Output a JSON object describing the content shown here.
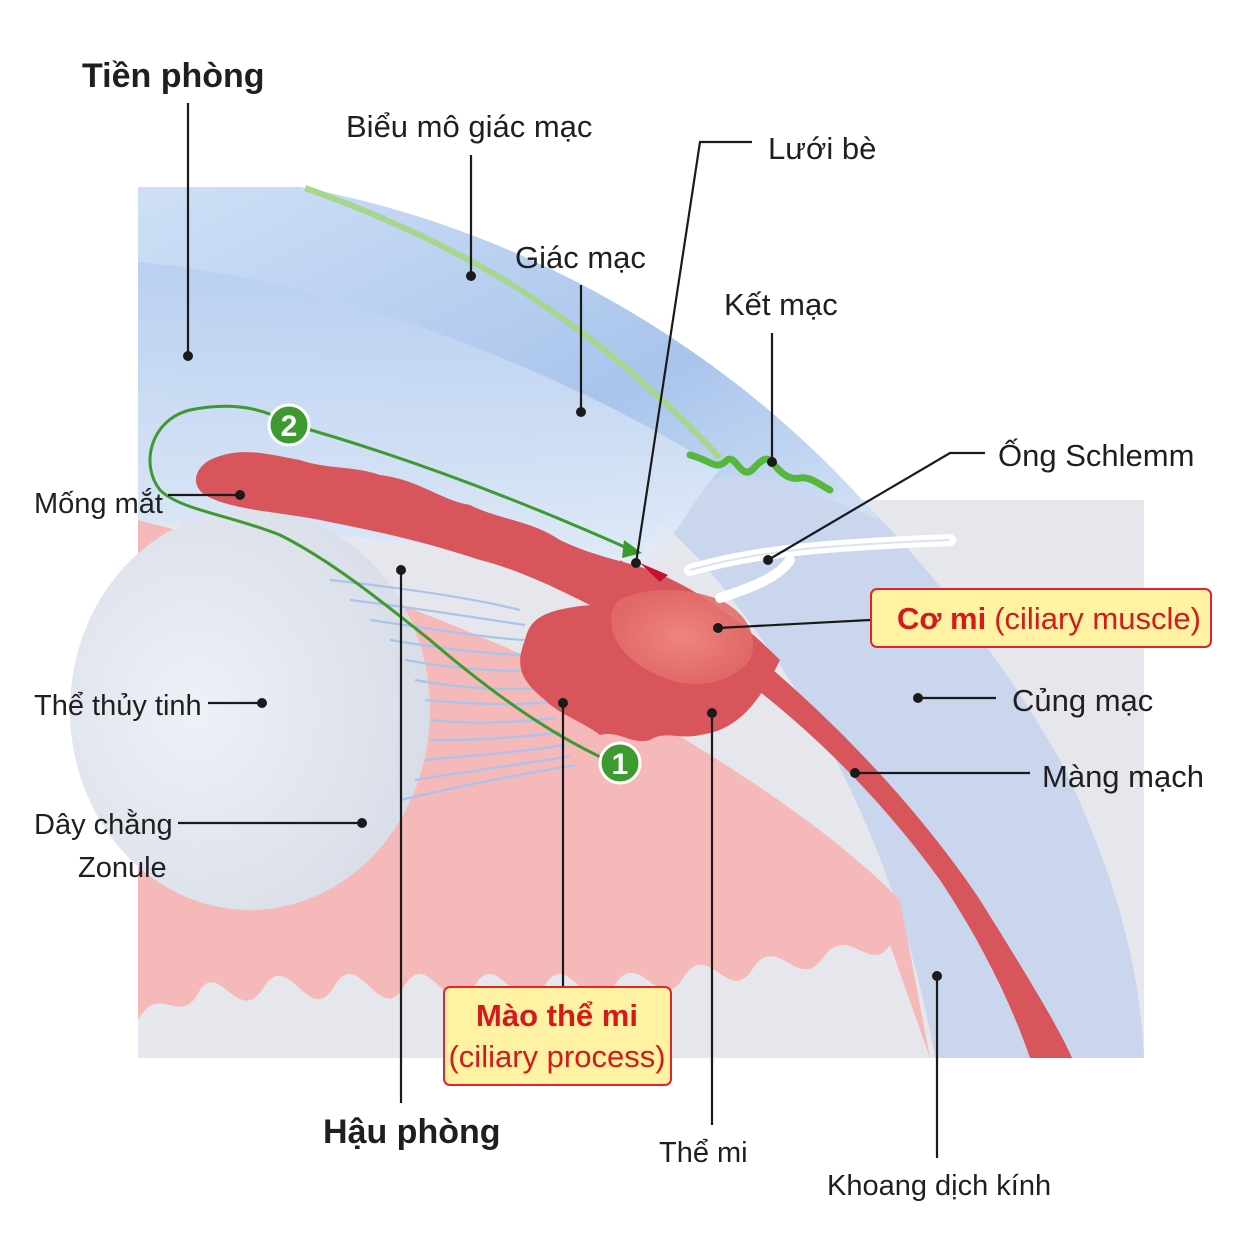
{
  "labels": {
    "anterior_chamber": "Tiền phòng",
    "corneal_epithelium": "Biểu mô giác mạc",
    "trabecular_meshwork": "Lưới bè",
    "cornea": "Giác mạc",
    "conjunctiva": "Kết mạc",
    "schlemm_canal": "Ống Schlemm",
    "iris": "Mống mắt",
    "ciliary_muscle_vi": "Cơ mi",
    "ciliary_muscle_en": "(ciliary muscle)",
    "lens": "Thể thủy tinh",
    "sclera": "Củng mạc",
    "choroid": "Màng mạch",
    "zonule_line1": "Dây chằng",
    "zonule_line2": "Zonule",
    "ciliary_process_vi": "Mào thể mi",
    "ciliary_process_en": "(ciliary process)",
    "posterior_chamber": "Hậu phòng",
    "ciliary_body": "Thể mi",
    "vitreous_space": "Khoang dịch kính"
  },
  "flow_markers": {
    "marker_1": "1",
    "marker_2": "2"
  },
  "colors": {
    "flow_path": "#3d9a2e",
    "highlight_box": "#fff3a3",
    "highlight_border": "#e0242a",
    "tissue_red": "#d9555c",
    "tissue_pink": "#f6b9b9",
    "sclera_blue": "#c9d6ee",
    "cornea_blue": "#aec6ec"
  }
}
